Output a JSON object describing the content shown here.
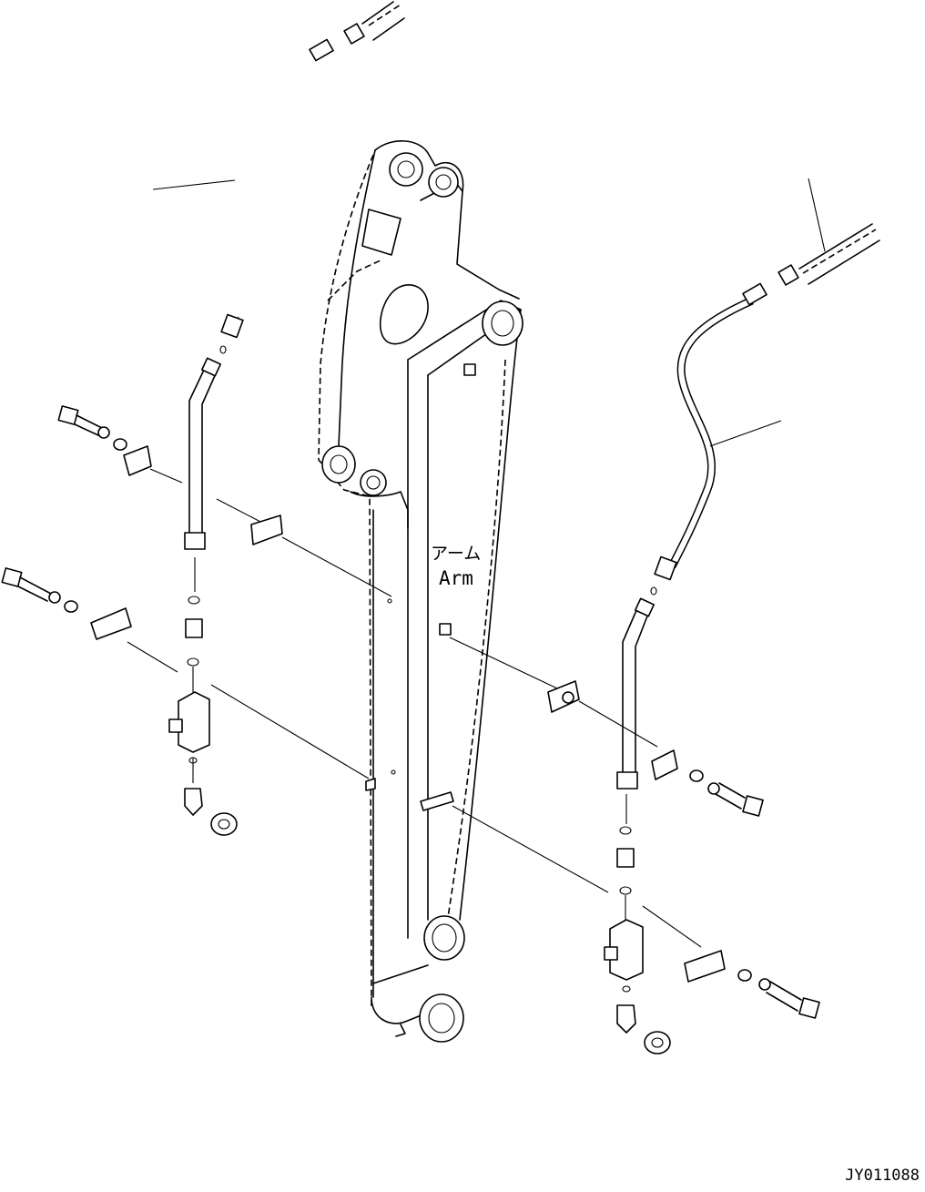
{
  "labels": {
    "arm_jp": "アーム",
    "arm_en": "Arm"
  },
  "drawing_id": "JY011088"
}
